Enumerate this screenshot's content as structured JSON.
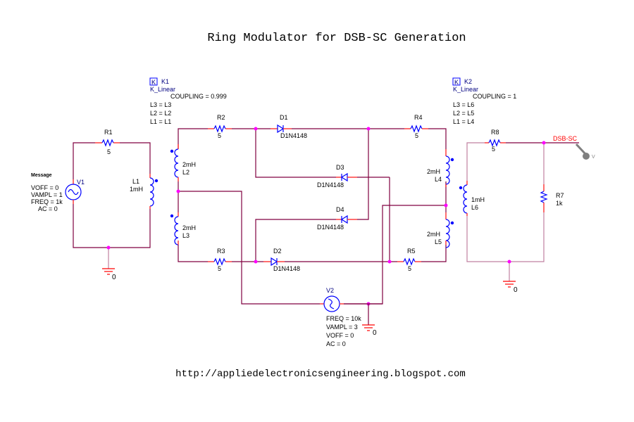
{
  "title": "Ring Modulator for DSB-SC Generation",
  "footer": "http://appliedelectronicsengineering.blogspot.com",
  "colors": {
    "wire": "#800040",
    "component": "#0000ff",
    "junction": "#ff00ff",
    "ground": "#ff0000",
    "net_label": "#ff0000",
    "probe": "#808080"
  },
  "message_source": {
    "label": "Message",
    "ref": "V1",
    "params": [
      "VOFF = 0",
      "VAMPL = 1",
      "FREQ = 1k",
      "AC = 0"
    ]
  },
  "carrier_source": {
    "ref": "V2",
    "params": [
      "FREQ = 10k",
      "VAMPL = 3",
      "VOFF = 0",
      "AC = 0"
    ]
  },
  "coupling": [
    {
      "badge": "K",
      "ref": "K1",
      "model": "K_Linear",
      "coupling": "COUPLING = 0.999",
      "lines": [
        "L3 = L3",
        "L2 = L2",
        "L1 = L1"
      ]
    },
    {
      "badge": "K",
      "ref": "K2",
      "model": "K_Linear",
      "coupling": "COUPLING = 1",
      "lines": [
        "L3 = L6",
        "L2 = L5",
        "L1 = L4"
      ]
    }
  ],
  "resistors": {
    "R1": {
      "ref": "R1",
      "value": "5"
    },
    "R2": {
      "ref": "R2",
      "value": "5"
    },
    "R3": {
      "ref": "R3",
      "value": "5"
    },
    "R4": {
      "ref": "R4",
      "value": "5"
    },
    "R5": {
      "ref": "R5",
      "value": "5"
    },
    "R7": {
      "ref": "R7",
      "value": "1k"
    },
    "R8": {
      "ref": "R8",
      "value": "5"
    }
  },
  "inductors": {
    "L1": {
      "ref": "L1",
      "value": "1mH"
    },
    "L2": {
      "ref": "L2",
      "value": "2mH"
    },
    "L3": {
      "ref": "L3",
      "value": "2mH"
    },
    "L4": {
      "ref": "L4",
      "value": "2mH"
    },
    "L5": {
      "ref": "L5",
      "value": "2mH"
    },
    "L6": {
      "ref": "L6",
      "value": "1mH"
    }
  },
  "diodes": {
    "D1": {
      "ref": "D1",
      "model": "D1N4148"
    },
    "D2": {
      "ref": "D2",
      "model": "D1N4148"
    },
    "D3": {
      "ref": "D3",
      "model": "D1N4148"
    },
    "D4": {
      "ref": "D4",
      "model": "D1N4148"
    }
  },
  "grounds": [
    "0",
    "0",
    "0"
  ],
  "output_net": "DSB-SC",
  "probe_label": "V"
}
